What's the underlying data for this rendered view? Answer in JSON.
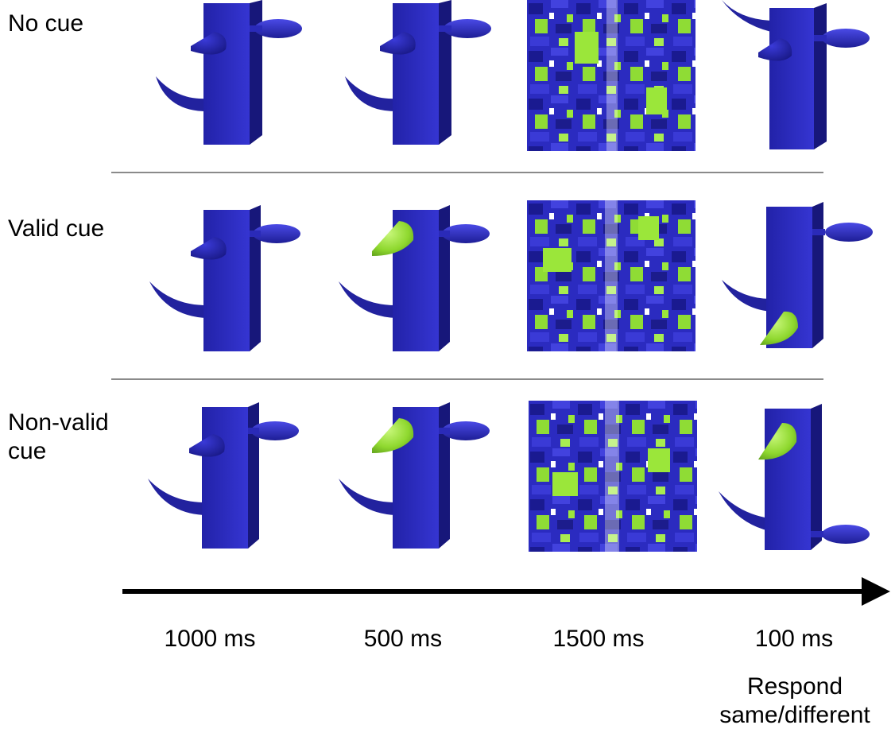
{
  "rows": [
    {
      "label": "No cue"
    },
    {
      "label": "Valid cue"
    },
    {
      "label": "Non-valid\ncue"
    }
  ],
  "durations": [
    "1000 ms",
    "500 ms",
    "1500 ms",
    "100 ms"
  ],
  "response_label": "Respond\nsame/different",
  "colors": {
    "object": "#2b2bc0",
    "object_dark": "#1a1a86",
    "object_light": "#4343e0",
    "cue": "#9be63a",
    "separator": "#8a8a8a",
    "arrow": "#000000"
  }
}
